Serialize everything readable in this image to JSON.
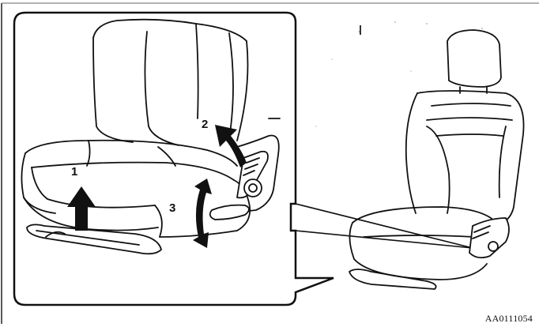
{
  "callouts": {
    "one": "1",
    "two": "2",
    "three": "3"
  },
  "figure_id": "AA0111054",
  "icons": {
    "arrow_1": "arrow-up-icon",
    "arrow_2": "arrow-curved-up-icon",
    "arrow_3": "arrow-double-vertical-icon"
  },
  "colors": {
    "line": "#111111",
    "background": "#ffffff"
  }
}
